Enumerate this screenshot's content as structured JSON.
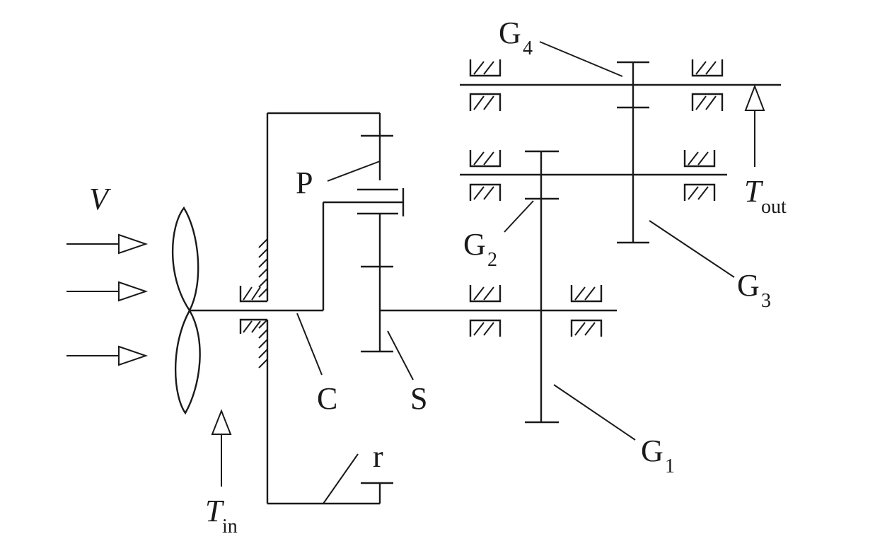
{
  "labels": {
    "V": "V",
    "P": "P",
    "C": "C",
    "S": "S",
    "r": "r",
    "G1": {
      "base": "G",
      "sub": "1"
    },
    "G2": {
      "base": "G",
      "sub": "2"
    },
    "G3": {
      "base": "G",
      "sub": "3"
    },
    "G4": {
      "base": "G",
      "sub": "4"
    },
    "Tin": {
      "base": "T",
      "sub": "in"
    },
    "Tout": {
      "base": "T",
      "sub": "out"
    }
  }
}
